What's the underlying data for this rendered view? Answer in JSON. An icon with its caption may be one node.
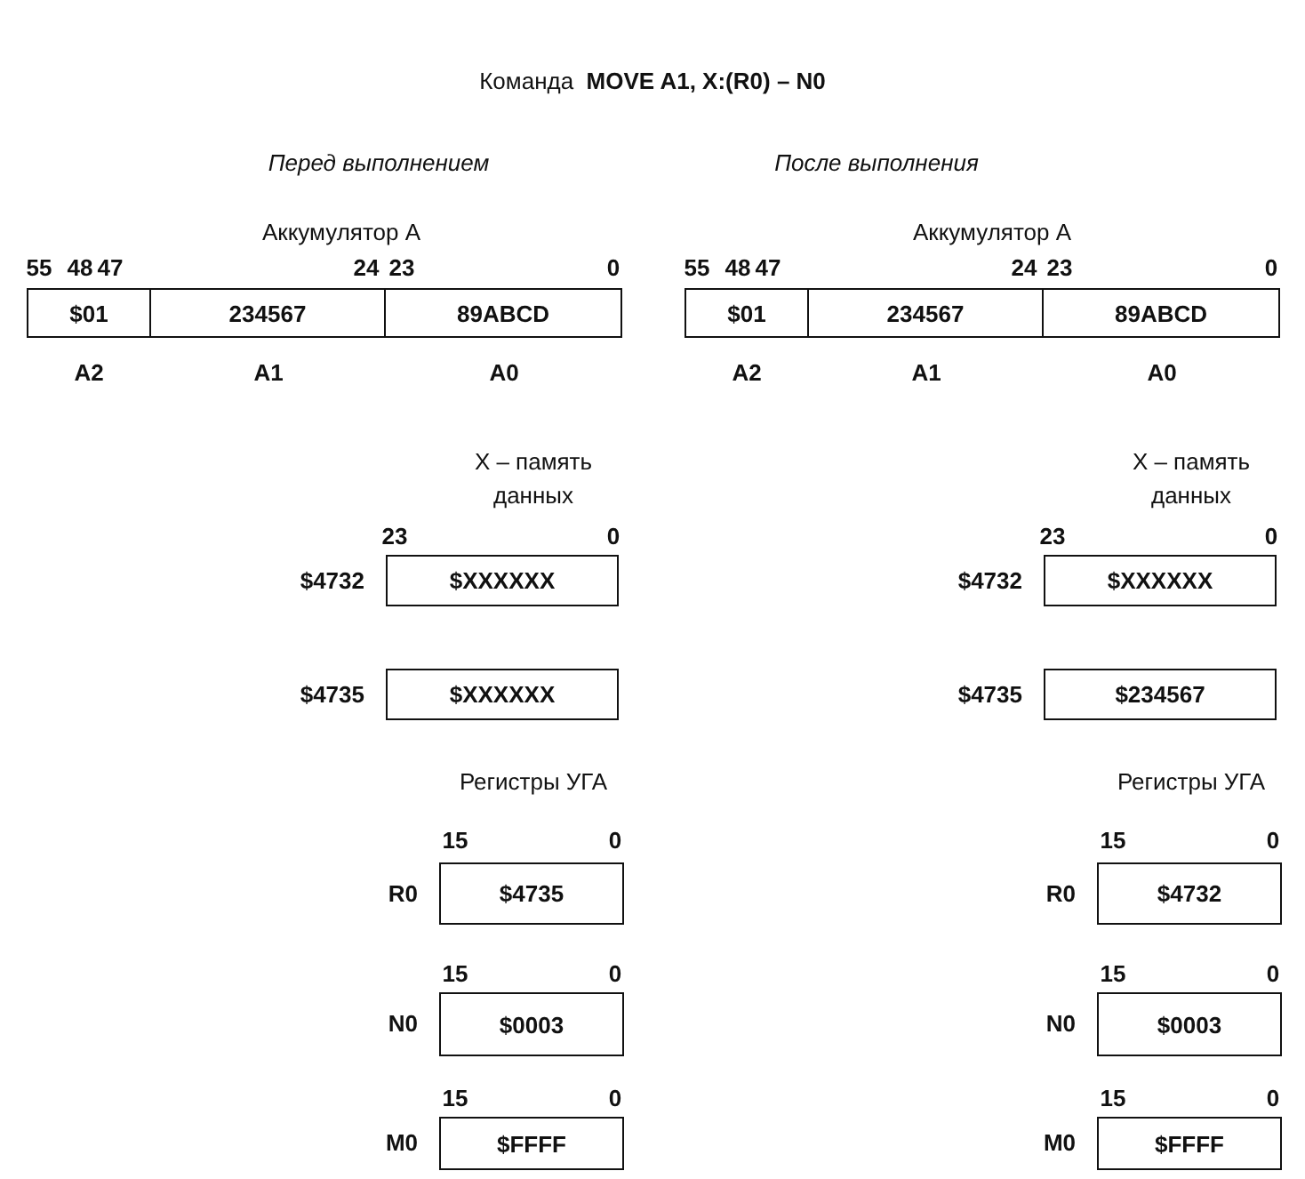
{
  "diagram": {
    "title": "Команда  **MOVE A1, X:(R0) – N0**",
    "nodes": [
      {
        "text": [
          "$01"
        ],
        "beside": [
          "A2"
        ]
      },
      {
        "text": [
          "234567"
        ],
        "beside": [
          "A1"
        ]
      },
      {
        "text": [
          "89ABCD"
        ],
        "beside": [
          "A0"
        ]
      },
      {
        "text": [
          "$XXXXXX"
        ],
        "beside": [
          "$4732"
        ]
      },
      {
        "text": [
          "$XXXXXX"
        ],
        "beside": [
          "$4735"
        ]
      },
      {
        "text": [
          "$4735"
        ],
        "beside": [
          "R0"
        ]
      },
      {
        "text": [
          "$0003"
        ],
        "beside": [
          "N0"
        ]
      },
      {
        "text": [
          "$FFFF"
        ],
        "beside": [
          "M0"
        ]
      },
      {
        "text": [
          "$01"
        ],
        "beside": [
          "A2"
        ]
      },
      {
        "text": [
          "234567"
        ],
        "beside": [
          "A1"
        ]
      },
      {
        "text": [
          "89ABCD"
        ],
        "beside": [
          "A0"
        ]
      },
      {
        "text": [
          "$XXXXXX"
        ],
        "beside": [
          "$4732"
        ]
      },
      {
        "text": [
          "$234567"
        ],
        "beside": [
          "$4735"
        ]
      },
      {
        "text": [
          "$4732"
        ],
        "beside": [
          "R0"
        ]
      },
      {
        "text": [
          "$0003"
        ],
        "beside": [
          "N0"
        ]
      },
      {
        "text": [
          "$FFFF"
        ],
        "beside": [
          "M0"
        ]
      }
    ],
    "labels": [
      "Перед выполнением",
      "После выполнения",
      "Аккумулятор А",
      "Аккумулятор А",
      "55",
      "48",
      "47",
      "24",
      "23",
      "0",
      "55",
      "48",
      "47",
      "24",
      "23",
      "0",
      "X – память данных",
      "X – память данных",
      "23",
      "0",
      "23",
      "0",
      "Регистры УГА",
      "Регистры УГА",
      "15",
      "0",
      "15",
      "0",
      "15",
      "0",
      "15",
      "0",
      "15",
      "0",
      "15",
      "0"
    ]
  }
}
